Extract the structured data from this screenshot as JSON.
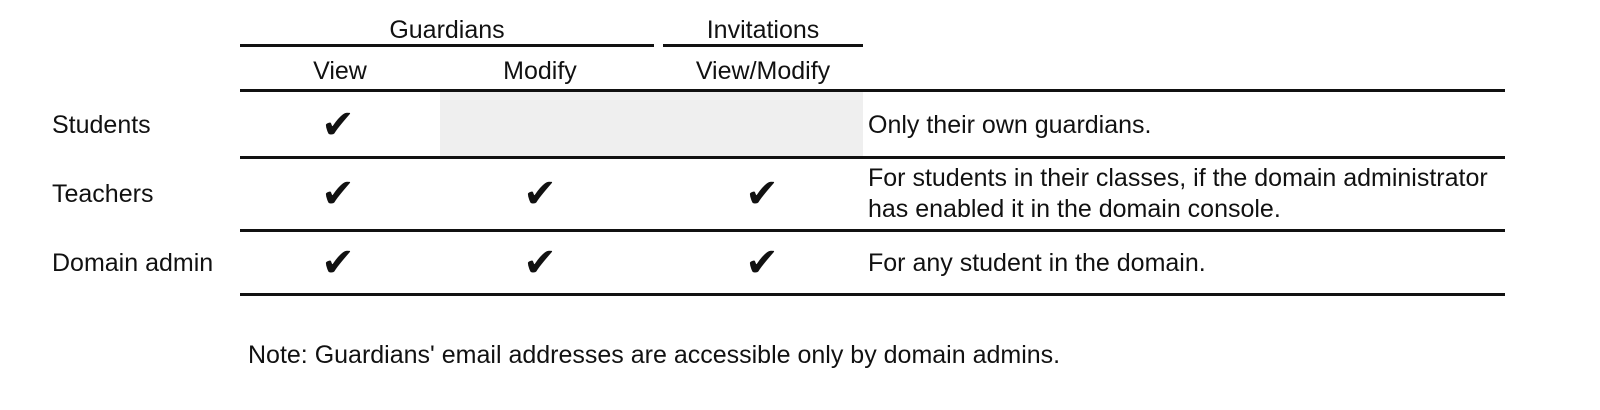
{
  "table": {
    "caption": "",
    "group_headers": [
      {
        "label": "Guardians",
        "spans": [
          "View",
          "Modify"
        ]
      },
      {
        "label": "Invitations",
        "spans": [
          "View/Modify"
        ]
      }
    ],
    "column_headers": [
      "View",
      "Modify",
      "View/Modify"
    ],
    "stub_header": "",
    "notes_column_header": "",
    "rows": [
      {
        "label": "Students",
        "view": "check",
        "modify": "shaded",
        "invitations": "",
        "notes": "Only their own guardians."
      },
      {
        "label": "Teachers",
        "view": "check",
        "modify": "check",
        "invitations": "check",
        "notes": "For students in their classes, if the domain administrator has enabled it in the domain console."
      },
      {
        "label": "Domain admin",
        "view": "check",
        "modify": "check",
        "invitations": "check",
        "notes": "For any student in the domain."
      }
    ],
    "check_glyph": "✔",
    "footnote": "Note: Guardians' email addresses are accessible only by domain admins."
  },
  "colors": {
    "text": "#111111",
    "rule": "#111111",
    "shaded_cell": "#efefef",
    "background": "#ffffff"
  }
}
